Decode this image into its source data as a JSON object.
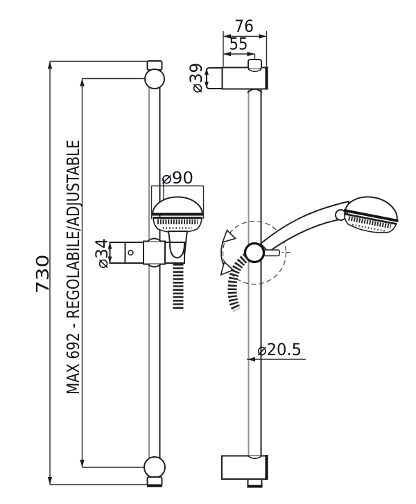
{
  "drawing": {
    "kind": "shower-slide-rail technical drawing (front and side view)",
    "background": "#ffffff",
    "line_color": "#1f1f1f",
    "front_view": {
      "overall_height": "730",
      "adjustable_range": "MAX 692 - REGOLABILE/ADJUSTABLE",
      "holder_diameter": "⌀34",
      "head_diameter": "⌀90"
    },
    "side_view": {
      "bracket_projection": "76",
      "rail_center_offset": "55",
      "bracket_diameter": "⌀39",
      "rail_diameter": "⌀20.5"
    }
  }
}
